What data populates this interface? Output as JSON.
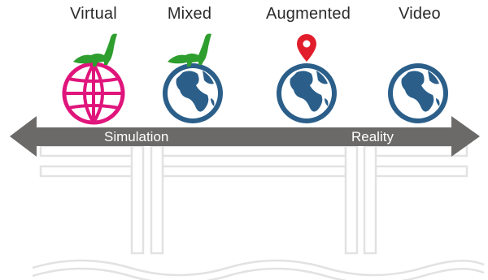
{
  "categories": [
    {
      "label": "Virtual",
      "icon": "virtual-globe-with-dinosaur-icon"
    },
    {
      "label": "Mixed",
      "icon": "earth-globe-with-dinosaur-icon"
    },
    {
      "label": "Augmented",
      "icon": "earth-globe-with-location-pin-icon"
    },
    {
      "label": "Video",
      "icon": "earth-globe-icon"
    }
  ],
  "axis": {
    "left_label": "Simulation",
    "right_label": "Reality"
  },
  "colors": {
    "axis": "#6b6a69",
    "globe": "#2b5f8a",
    "virtual_globe": "#e0157c",
    "dinosaur": "#2e9e2e",
    "pin": "#e21d2b",
    "structure": "#e4e4e4"
  }
}
